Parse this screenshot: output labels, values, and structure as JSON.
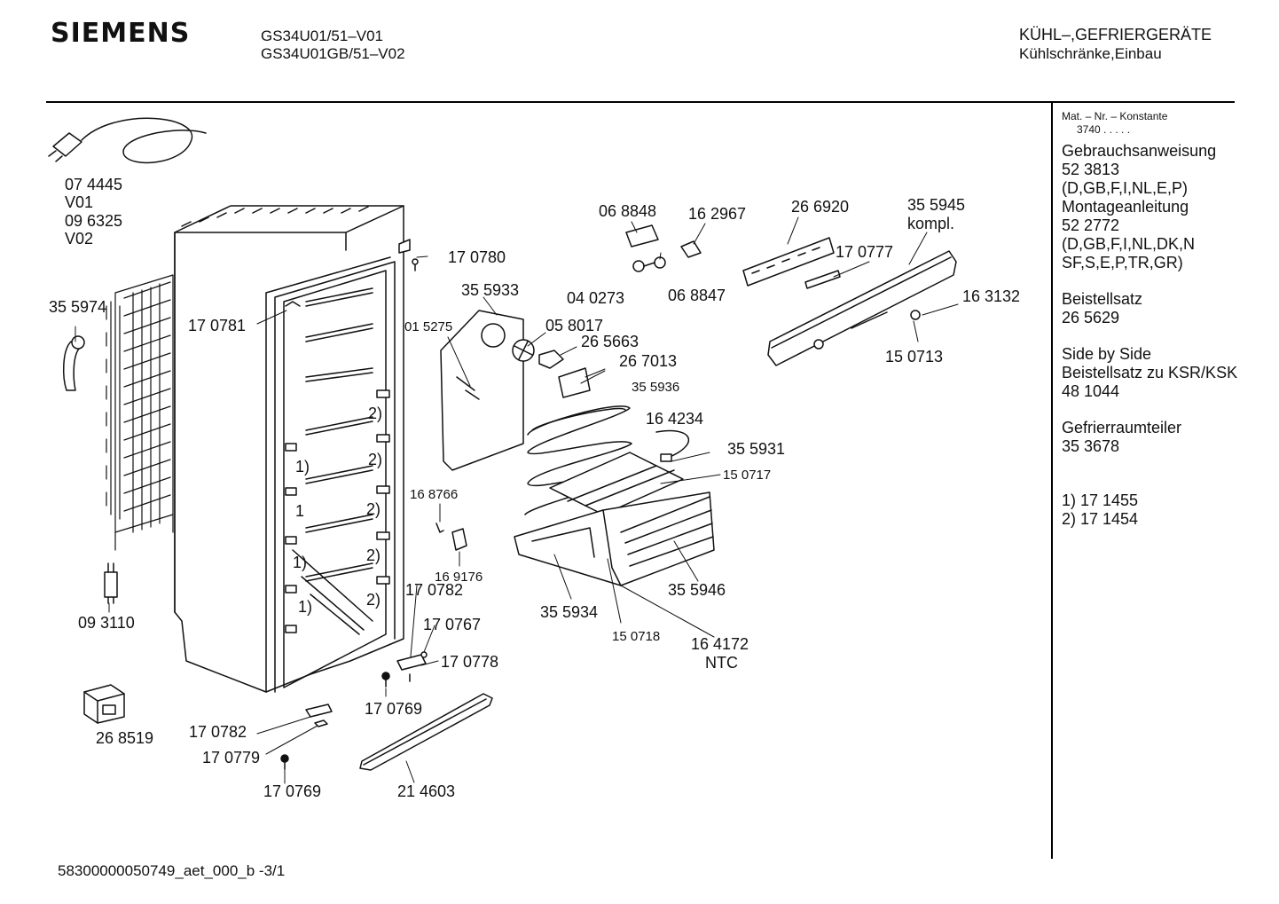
{
  "header": {
    "brand": "SIEMENS",
    "models": [
      "GS34U01/51–V01",
      "GS34U01GB/51–V02"
    ],
    "category": [
      "KÜHL–,GEFRIERGERÄTE",
      "Kühlschränke,Einbau"
    ]
  },
  "sidebar": {
    "mat_label": "Mat. – Nr. – Konstante",
    "mat_value": "3740  .  .  .  .  .",
    "blocks": [
      [
        "Gebrauchsanweisung",
        "52 3813",
        "(D,GB,F,I,NL,E,P)",
        "Montageanleitung",
        "52 2772",
        "(D,GB,F,I,NL,DK,N",
        "SF,S,E,P,TR,GR)"
      ],
      [
        "Beistellsatz",
        "26 5629"
      ],
      [
        "Side by Side",
        "Beistellsatz zu KSR/KSK",
        "48 1044"
      ],
      [
        "Gefrierraumteiler",
        "35 3678"
      ],
      [
        "1) 17 1455",
        "2) 17 1454"
      ]
    ]
  },
  "parts": {
    "p074445": "07 4445",
    "v01": "V01",
    "p096325": "09 6325",
    "v02": "V02",
    "p355974": "35 5974",
    "p093110": "09 3110",
    "p268519": "26 8519",
    "p170781": "17 0781",
    "p170780": "17 0780",
    "p355933": "35 5933",
    "p015275": "01 5275",
    "p058017": "05 8017",
    "p068848": "06 8848",
    "p162967": "16 2967",
    "p040273": "04 0273",
    "p068847": "06 8847",
    "p266920": "26 6920",
    "p170777": "17 0777",
    "p355945": "35 5945",
    "kompl": "kompl.",
    "p163132": "16 3132",
    "p150713": "15 0713",
    "p265663": "26 5663",
    "p267013": "26 7013",
    "p355936": "35 5936",
    "p164234": "16 4234",
    "p355931": "35 5931",
    "p150717": "15 0717",
    "p168766": "16 8766",
    "p169176": "16 9176",
    "p170782a": "17 0782",
    "p170767": "17 0767",
    "p170778": "17 0778",
    "p170769a": "17 0769",
    "p355934": "35 5934",
    "p150718": "15 0718",
    "p164172": "16 4172",
    "ntc": "NTC",
    "p355946": "35 5946",
    "p170782b": "17 0782",
    "p170779": "17 0779",
    "p170769b": "17 0769",
    "p214603": "21 4603",
    "m1a": "1)",
    "m1b": "1",
    "m1c": "1)",
    "m1d": "1)",
    "m2a": "2)",
    "m2b": "2)",
    "m2c": "2)",
    "m2d": "2)",
    "m2e": "2)"
  },
  "footer": {
    "doc_id": "58300000050749_aet_000_b   -3/1"
  }
}
